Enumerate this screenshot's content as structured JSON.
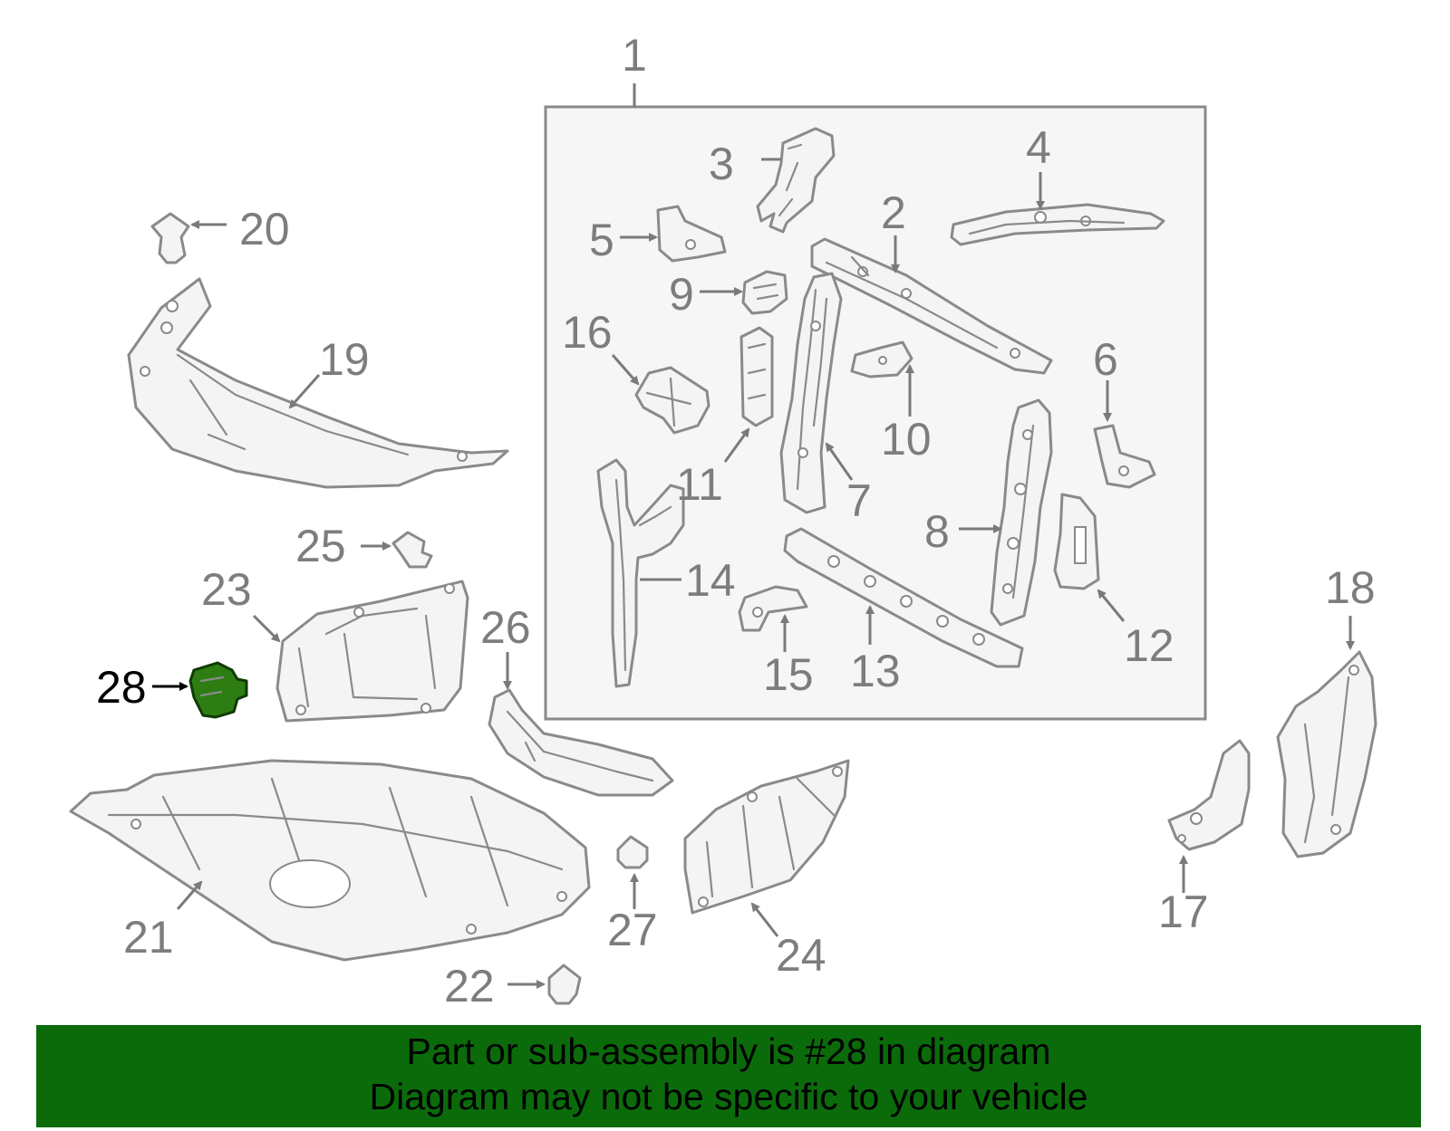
{
  "diagram": {
    "labels": [
      "1",
      "2",
      "3",
      "4",
      "5",
      "6",
      "7",
      "8",
      "9",
      "10",
      "11",
      "12",
      "13",
      "14",
      "15",
      "16",
      "17",
      "18",
      "19",
      "20",
      "21",
      "22",
      "23",
      "24",
      "25",
      "26",
      "27",
      "28"
    ],
    "highlighted_part": "28",
    "highlight_color": "#2e7d12"
  },
  "banner": {
    "line1": "Part or sub-assembly is #28 in diagram",
    "line2": "Diagram may not be specific to your vehicle",
    "background": "#0b6b0b"
  }
}
